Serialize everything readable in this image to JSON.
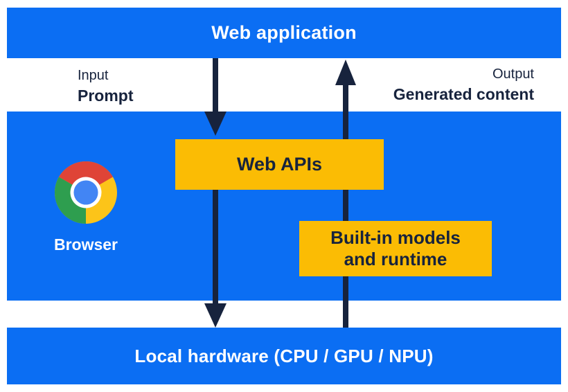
{
  "colors": {
    "panel_blue": "#0b6ef3",
    "box_yellow": "#fbbc04",
    "ink_navy": "#17233d",
    "text_white": "#ffffff",
    "chrome_red": "#df4437",
    "chrome_green": "#2e9e4f",
    "chrome_yellow": "#fcc419",
    "chrome_blue": "#4285f4"
  },
  "top_bar": {
    "label": "Web application"
  },
  "flow_labels": {
    "input_title": "Input",
    "input_value": "Prompt",
    "output_title": "Output",
    "output_value": "Generated content"
  },
  "browser_panel": {
    "label": "Browser",
    "logo_icon": "chrome-logo",
    "web_apis_box": {
      "label": "Web APIs"
    },
    "builtin_box": {
      "line1": "Built-in models",
      "line2": "and runtime"
    }
  },
  "bottom_bar": {
    "label": "Local hardware (CPU / GPU / NPU)"
  }
}
